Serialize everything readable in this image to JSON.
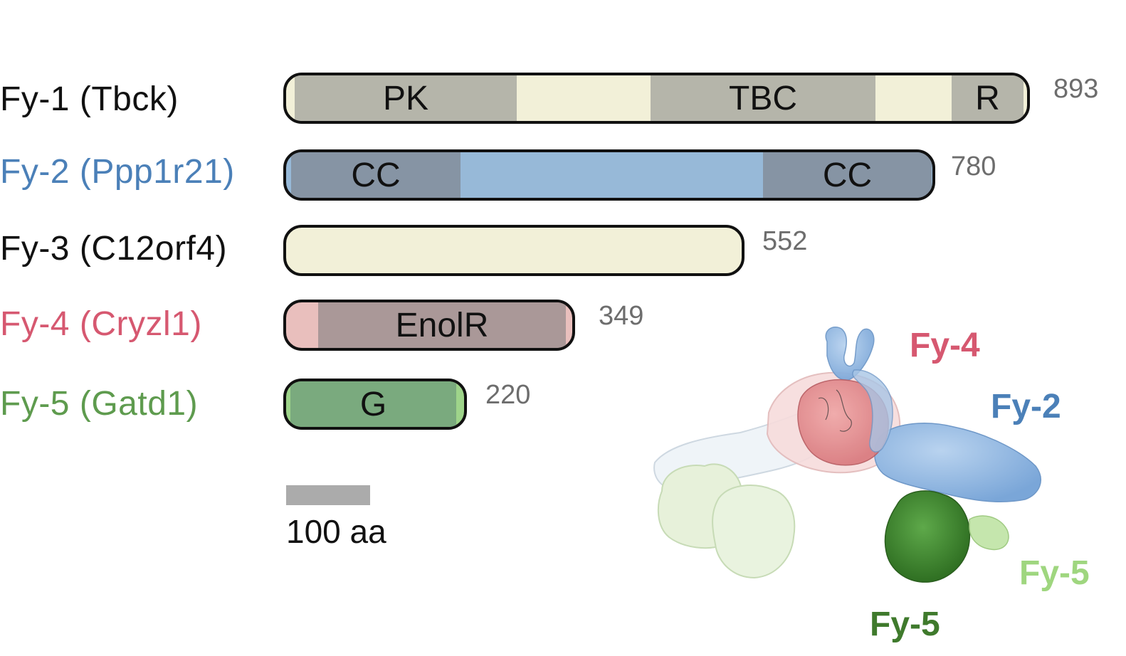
{
  "scale": {
    "label": "100 aa",
    "aa": 100
  },
  "proteins": [
    {
      "id": "fy1",
      "label": "Fy-1 (Tbck)",
      "length": 893,
      "length_text": "893",
      "label_color": "#111111",
      "fill": "#f2f0d8",
      "domains": [
        {
          "name": "PK",
          "start": 10,
          "end": 276,
          "color": "#b5b5aa"
        },
        {
          "name": "TBC",
          "start": 436,
          "end": 705,
          "color": "#b5b5aa"
        },
        {
          "name": "R",
          "start": 796,
          "end": 882,
          "color": "#b5b5aa"
        }
      ]
    },
    {
      "id": "fy2",
      "label": "Fy-2 (Ppp1r21)",
      "length": 780,
      "length_text": "780",
      "label_color": "#4b80b8",
      "fill": "#97b9d8",
      "domains": [
        {
          "name": "CC",
          "start": 6,
          "end": 209,
          "color": "#8694a4"
        },
        {
          "name": "CC",
          "start": 570,
          "end": 772,
          "color": "#8694a4"
        }
      ]
    },
    {
      "id": "fy3",
      "label": "Fy-3 (C12orf4)",
      "length": 552,
      "length_text": "552",
      "label_color": "#111111",
      "fill": "#f2f0d8",
      "domains": []
    },
    {
      "id": "fy4",
      "label": "Fy-4 (Cryzl1)",
      "length": 349,
      "length_text": "349",
      "label_color": "#d65870",
      "fill": "#e9bfbd",
      "domains": [
        {
          "name": "EnolR",
          "start": 38,
          "end": 334,
          "color": "#aa9898"
        }
      ]
    },
    {
      "id": "fy5",
      "label": "Fy-5 (Gatd1)",
      "length": 220,
      "length_text": "220",
      "label_color": "#5e9b4e",
      "fill": "#9ed48a",
      "domains": [
        {
          "name": "G",
          "start": 5,
          "end": 203,
          "color": "#7aaa7e"
        }
      ]
    }
  ],
  "structure_labels": [
    {
      "text": "Fy-4",
      "color": "#d65870"
    },
    {
      "text": "Fy-2",
      "color": "#4b80b8"
    },
    {
      "text": "Fy-5",
      "color": "#9fd67f"
    },
    {
      "text": "Fy-5",
      "color": "#3f7a2c"
    }
  ]
}
